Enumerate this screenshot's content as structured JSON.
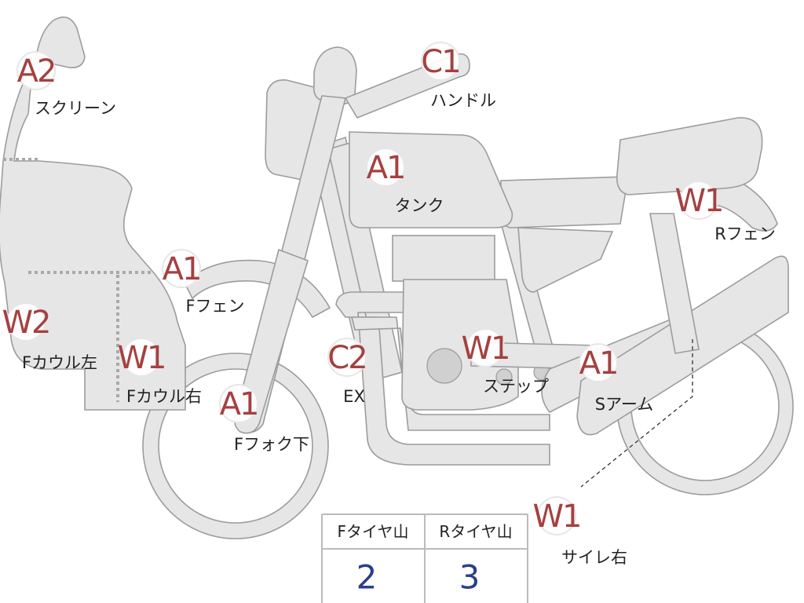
{
  "callouts": [
    {
      "id": "screen",
      "grade": "A2",
      "part": "スクリーン"
    },
    {
      "id": "handle",
      "grade": "C1",
      "part": "ハンドル"
    },
    {
      "id": "tank",
      "grade": "A1",
      "part": "タンク"
    },
    {
      "id": "r-fender",
      "grade": "W1",
      "part": "Rフェン"
    },
    {
      "id": "f-fender",
      "grade": "A1",
      "part": "Fフェン"
    },
    {
      "id": "f-cowl-left",
      "grade": "W2",
      "part": "Fカウル左"
    },
    {
      "id": "f-cowl-right",
      "grade": "W1",
      "part": "Fカウル右"
    },
    {
      "id": "exhaust",
      "grade": "C2",
      "part": "EX"
    },
    {
      "id": "step",
      "grade": "W1",
      "part": "ステップ"
    },
    {
      "id": "swingarm",
      "grade": "A1",
      "part": "Sアーム"
    },
    {
      "id": "f-fork-lower",
      "grade": "A1",
      "part": "Fフォク下"
    },
    {
      "id": "muffler-right",
      "grade": "W1",
      "part": "サイレ右"
    }
  ],
  "tire_table": {
    "headers": [
      "Fタイヤ山",
      "Rタイヤ山"
    ],
    "values": [
      "2",
      "3"
    ]
  },
  "colors": {
    "grade": "#a64040",
    "table_value": "#2a3f8c",
    "silhouette": "#e6e6e6"
  }
}
